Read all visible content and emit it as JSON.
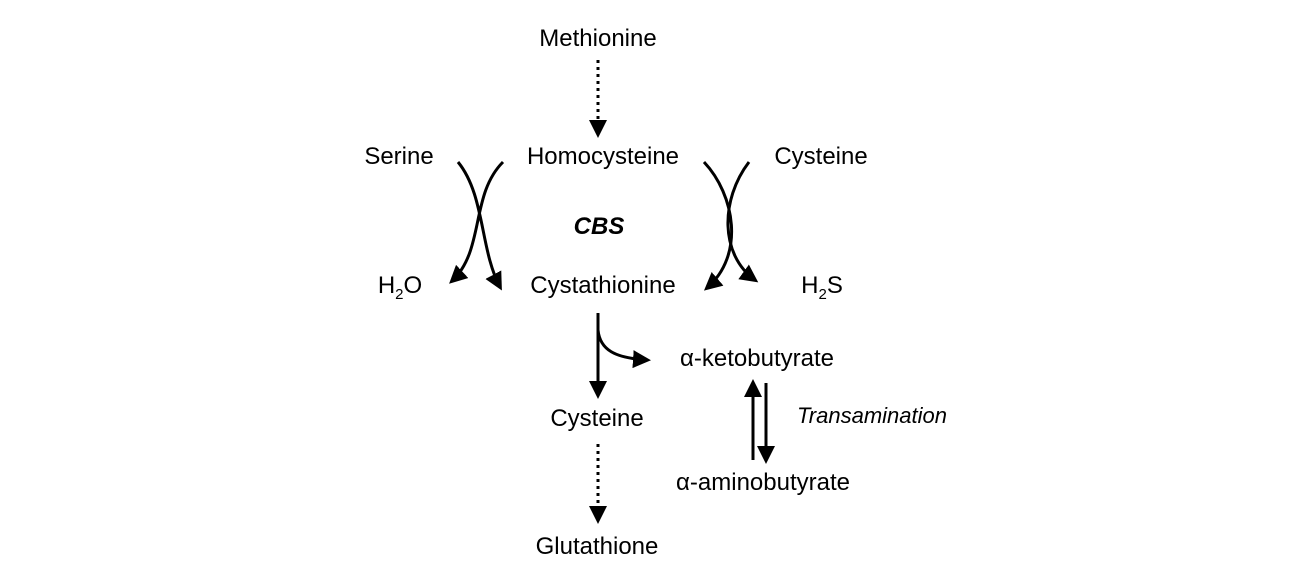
{
  "diagram": {
    "nodes": {
      "methionine": "Methionine",
      "serine": "Serine",
      "homocysteine": "Homocysteine",
      "cysteine_top": "Cysteine",
      "cbs": "CBS",
      "water": {
        "base": "H",
        "sub": "2",
        "tail": "O"
      },
      "cystathionine": "Cystathionine",
      "h2s": {
        "base": "H",
        "sub": "2",
        "tail": "S"
      },
      "ketobutyrate": "α-ketobutyrate",
      "cysteine_mid": "Cysteine",
      "transamination": "Transamination",
      "aminobutyrate": "α-aminobutyrate",
      "glutathione": "Glutathione"
    },
    "edges": [
      {
        "from": "Methionine",
        "to": "Homocysteine",
        "style": "dotted"
      },
      {
        "from": "Serine + Homocysteine",
        "to": "H2O + Cystathionine",
        "enzyme": "CBS",
        "style": "curved"
      },
      {
        "from": "Homocysteine + Cysteine",
        "to": "Cystathionine + H2S",
        "style": "curved"
      },
      {
        "from": "Cystathionine",
        "to": "Cysteine",
        "style": "solid"
      },
      {
        "from": "Cystathionine",
        "to": "α-ketobutyrate",
        "style": "curved"
      },
      {
        "from": "α-ketobutyrate",
        "to": "α-aminobutyrate",
        "style": "reversible",
        "label": "Transamination"
      },
      {
        "from": "Cysteine",
        "to": "Glutathione",
        "style": "dotted"
      }
    ]
  }
}
